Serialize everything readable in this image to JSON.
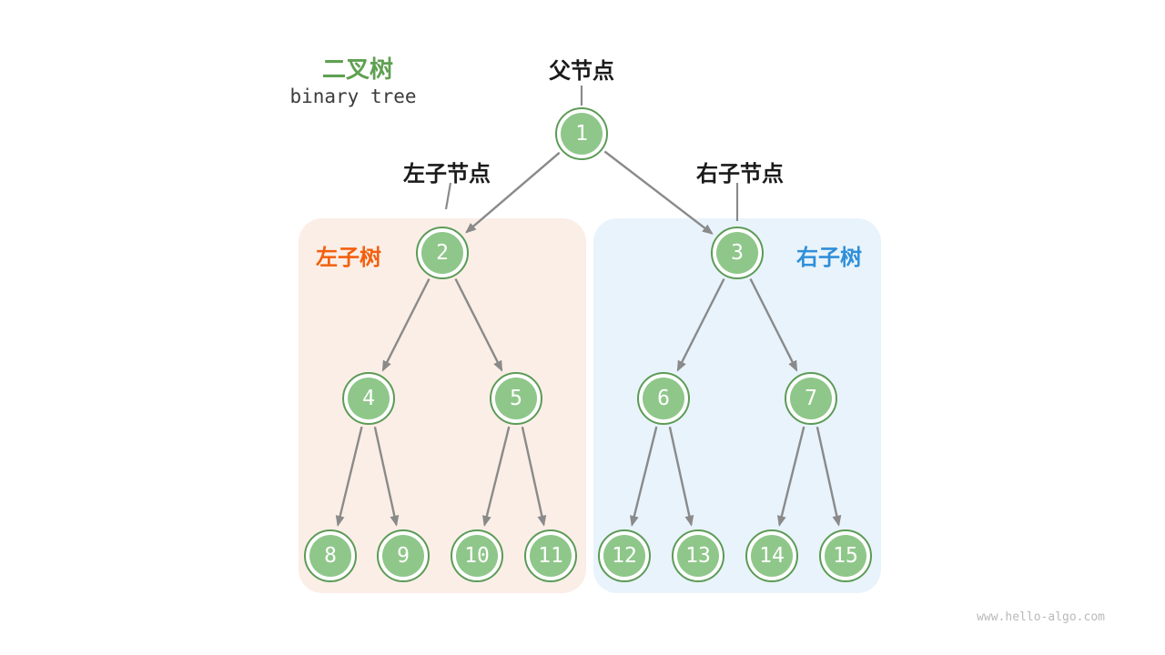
{
  "page": {
    "watermark": "www.hello-algo.com",
    "background": "#FFFFFF"
  },
  "diagram": {
    "title_zh": "二叉树",
    "title_en": "binary tree",
    "labels": {
      "parent": "父节点",
      "left_child": "左子节点",
      "right_child": "右子节点",
      "left_subtree": "左子树",
      "right_subtree": "右子树"
    },
    "colors": {
      "title_green": "#5FA052",
      "node_fill": "#8FC78A",
      "node_border": "#5C9B57",
      "node_text": "#FFFFFF",
      "arrow_gray": "#8A8A8A",
      "left_box_fill": "#FBEEE7",
      "right_box_fill": "#E9F3FB",
      "left_subtree_label": "#F2600F",
      "right_subtree_label": "#2F8FD9",
      "label_text": "#1A1A1A",
      "watermark_gray": "#B9B9B9"
    },
    "nodes": [
      1,
      2,
      3,
      4,
      5,
      6,
      7,
      8,
      9,
      10,
      11,
      12,
      13,
      14,
      15
    ],
    "edges": [
      [
        1,
        2
      ],
      [
        1,
        3
      ],
      [
        2,
        4
      ],
      [
        2,
        5
      ],
      [
        3,
        6
      ],
      [
        3,
        7
      ],
      [
        4,
        8
      ],
      [
        4,
        9
      ],
      [
        5,
        10
      ],
      [
        5,
        11
      ],
      [
        6,
        12
      ],
      [
        6,
        13
      ],
      [
        7,
        14
      ],
      [
        7,
        15
      ]
    ]
  }
}
